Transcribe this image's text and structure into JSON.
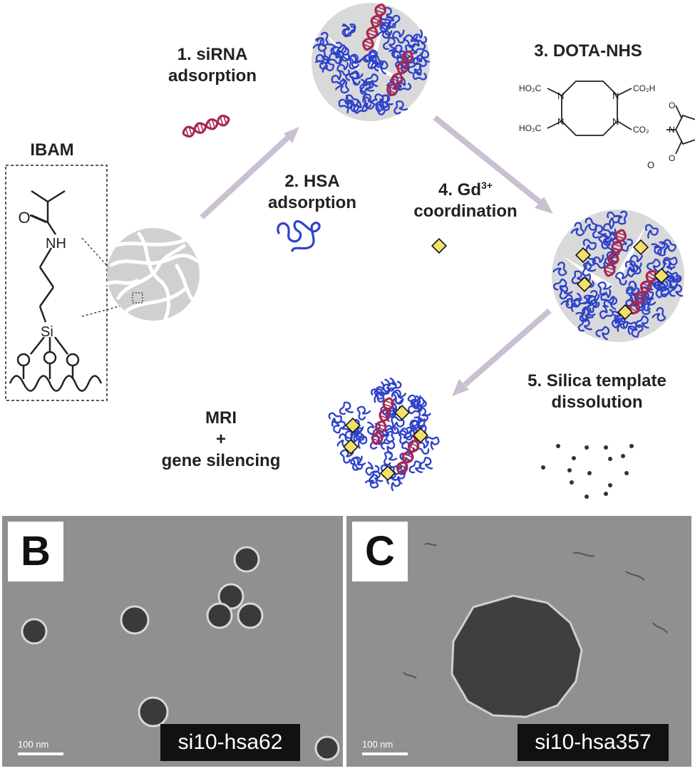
{
  "figure": {
    "ibam_label": "IBAM",
    "structure_atoms": {
      "nh": "NH",
      "si": "Si"
    },
    "steps": {
      "sirna": [
        "1. siRNA",
        "adsorption"
      ],
      "hsa": [
        "2. HSA",
        "adsorption"
      ],
      "dota": "3. DOTA-NHS",
      "gd": {
        "prefix": "4. Gd",
        "sup": "3+",
        "line2": "coordination"
      },
      "dissolution": [
        "5. Silica template",
        "dissolution"
      ]
    },
    "outcome": [
      "MRI",
      "+",
      "gene silencing"
    ],
    "dota_groups": {
      "tl": "HO₂C",
      "tr": "CO₂H",
      "bl": "HO₂C",
      "br": "CO₂"
    }
  },
  "colors": {
    "arrow": "#cbbfd2",
    "silica": "#cfd0d0",
    "protein": "#2e43c9",
    "sirna": "#a8284f",
    "gadolinium": "#f3e06b"
  },
  "panels": [
    {
      "letter": "B",
      "sample": "si10-hsa62",
      "scale": "100 nm"
    },
    {
      "letter": "C",
      "sample": "si10-hsa357",
      "scale": "100 nm"
    }
  ]
}
